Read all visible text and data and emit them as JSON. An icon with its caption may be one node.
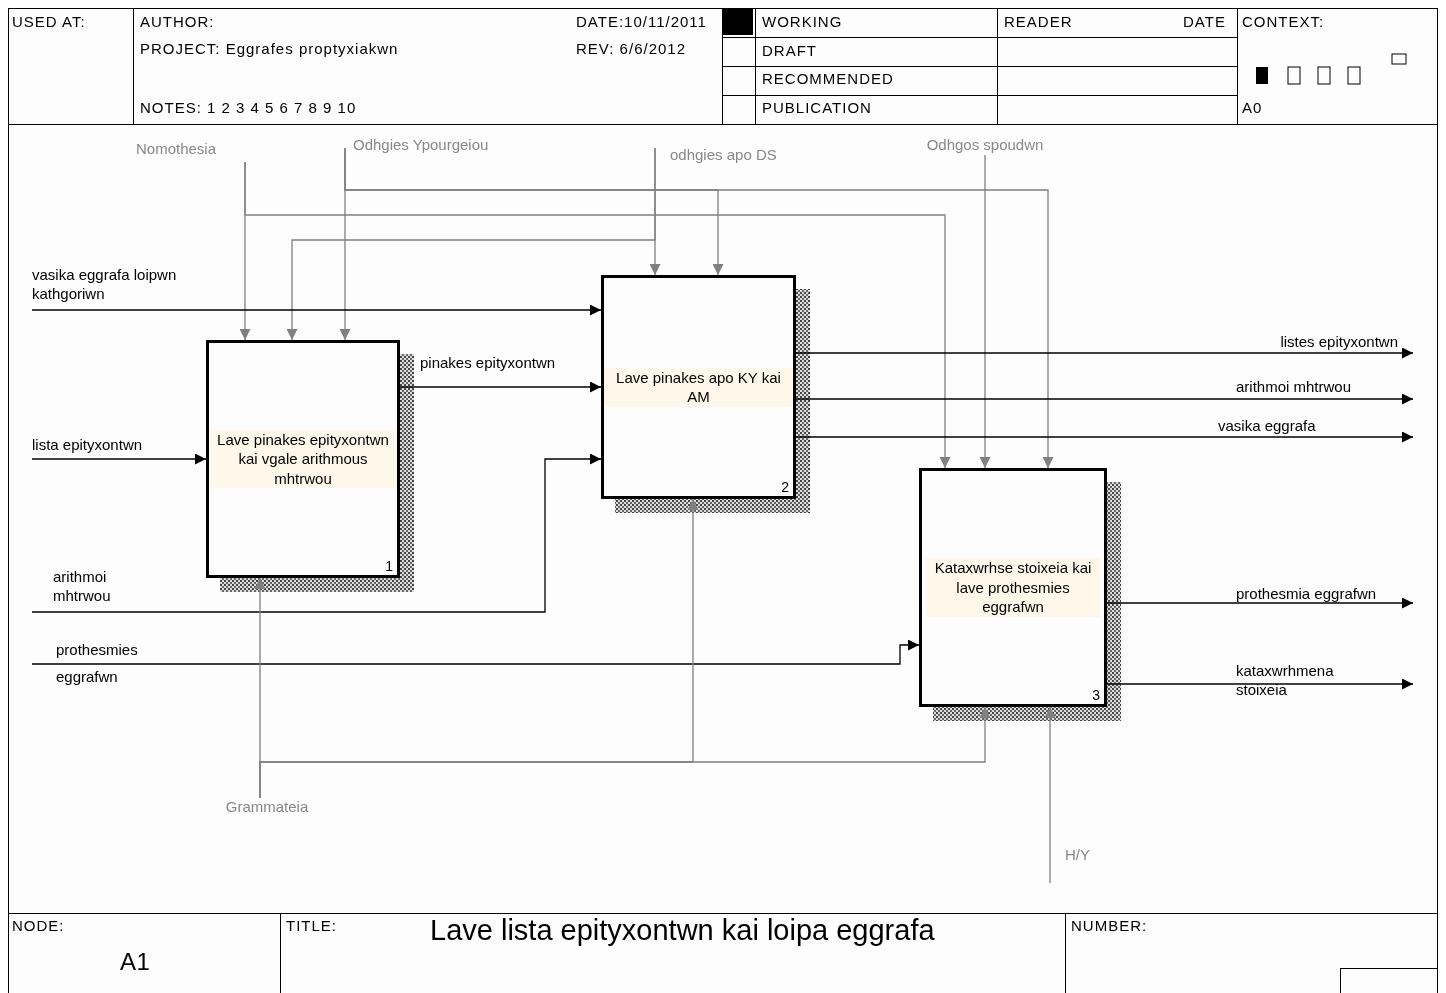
{
  "diagram": {
    "title": "Lave lista epityxontwn kai loipa eggrafa",
    "nodes": [
      {
        "text": [
          "Lave pinakes epityxontwn kai vgale arithmous mhtrwou",
          "1"
        ]
      },
      {
        "text": [
          "Lave pinakes apo KY kai AM",
          "2"
        ]
      },
      {
        "text": [
          "Kataxwrhse stoixeia kai lave prothesmies eggrafwn",
          "3"
        ]
      },
      {
        "text": [
          "Nomothesia"
        ]
      },
      {
        "text": [
          "Odhgies Ypourgeiou"
        ]
      },
      {
        "text": [
          "odhgies apo DS"
        ]
      },
      {
        "text": [
          "Odhgos spoudwn"
        ]
      },
      {
        "text": [
          "vasika eggrafa loipwn kathgoriwn"
        ]
      },
      {
        "text": [
          "lista epityxontwn"
        ]
      },
      {
        "text": [
          "arithmoi mhtrwou"
        ]
      },
      {
        "text": [
          "prothesmies",
          "eggrafwn"
        ]
      },
      {
        "text": [
          "Grammateia"
        ]
      },
      {
        "text": [
          "H/Y"
        ]
      }
    ],
    "edges": [
      {
        "from": 3,
        "to": 0,
        "arrow": "to"
      },
      {
        "from": 3,
        "to": 2,
        "arrow": "to"
      },
      {
        "from": 4,
        "to": 0,
        "arrow": "to"
      },
      {
        "from": 4,
        "to": 1,
        "arrow": "to"
      },
      {
        "from": 4,
        "to": 2,
        "arrow": "to"
      },
      {
        "from": 5,
        "to": 1,
        "arrow": "to"
      },
      {
        "from": 5,
        "to": 0,
        "arrow": "to"
      },
      {
        "from": 6,
        "to": 2,
        "arrow": "to"
      },
      {
        "from": 7,
        "to": 1,
        "arrow": "to",
        "color": "#000000"
      },
      {
        "from": 8,
        "to": 0,
        "arrow": "to",
        "color": "#000000"
      },
      {
        "from": 0,
        "to": 1,
        "arrow": "to",
        "label": "pinakes epityxontwn",
        "color": "#000000"
      },
      {
        "from": 9,
        "to": 1,
        "arrow": "to",
        "color": "#000000"
      },
      {
        "from": 10,
        "to": 2,
        "arrow": "to",
        "color": "#000000"
      },
      {
        "from": 11,
        "to": 0,
        "arrow": "to"
      },
      {
        "from": 11,
        "to": 1,
        "arrow": "to"
      },
      {
        "from": 11,
        "to": 2,
        "arrow": "to"
      },
      {
        "from": 12,
        "to": 2,
        "arrow": "to"
      },
      {
        "from": 1,
        "to": null,
        "arrow": "to",
        "label": "listes epityxontwn",
        "color": "#000000"
      },
      {
        "from": 1,
        "to": null,
        "arrow": "to",
        "label": "arithmoi mhtrwou",
        "color": "#000000"
      },
      {
        "from": 1,
        "to": null,
        "arrow": "to",
        "label": "vasika eggrafa",
        "color": "#000000"
      },
      {
        "from": 2,
        "to": null,
        "arrow": "to",
        "label": "prothesmia eggrafwn",
        "color": "#000000"
      },
      {
        "from": 2,
        "to": null,
        "arrow": "to",
        "label": "kataxwrhmena stoixeia",
        "color": "#000000"
      }
    ],
    "labels": [
      "USED AT:",
      "AUTHOR:",
      "DATE:10/11/2011",
      "PROJECT: Eggrafes proptyxiakwn",
      "REV: 6/6/2012",
      "NOTES: 1 2 3 4 5 6 7 8 9 10",
      "WORKING",
      "DRAFT",
      "RECOMMENDED",
      "PUBLICATION",
      "READER",
      "DATE",
      "CONTEXT:",
      "A0",
      "NODE:",
      "A1",
      "TITLE:",
      "NUMBER:"
    ]
  }
}
